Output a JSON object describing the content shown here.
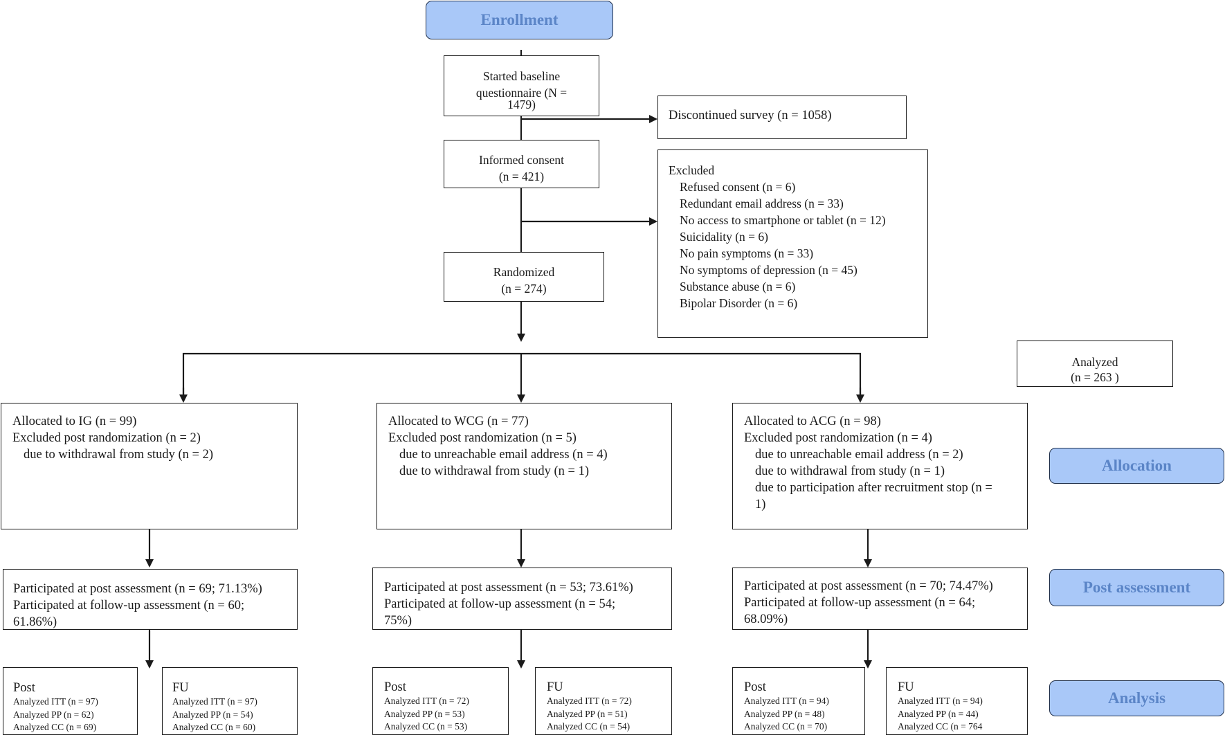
{
  "stages": {
    "enrollment": "Enrollment",
    "allocation": "Allocation",
    "post_assessment": "Post assessment",
    "analysis": "Analysis"
  },
  "enroll": {
    "started_l1": "Started baseline",
    "started_l2": "questionnaire (N =",
    "started_l3": "1479)",
    "discontinued": "Discontinued survey (n = 1058)",
    "consent_l1": "Informed consent",
    "consent_l2": "(n = 421)",
    "randomized_l1": "Randomized",
    "randomized_l2": "(n = 274)"
  },
  "excluded": {
    "title": "Excluded",
    "items": [
      "Refused consent (n = 6)",
      "Redundant email address (n = 33)",
      "No access to smartphone or tablet (n = 12)",
      "Suicidality (n = 6)",
      "No pain symptoms (n = 33)",
      "No symptoms of depression (n = 45)",
      "Substance abuse (n = 6)",
      "Bipolar Disorder (n = 6)"
    ]
  },
  "analyzed_total": {
    "l1": "Analyzed",
    "l2": "(n = 263 )"
  },
  "allocation": {
    "ig": {
      "l1": "Allocated to IG (n = 99)",
      "l2": "Excluded post randomization (n = 2)",
      "l3": "due to withdrawal from study (n = 2)"
    },
    "wcg": {
      "l1": "Allocated to WCG (n = 77)",
      "l2": "Excluded post randomization (n = 5)",
      "l3": "due to unreachable email address (n = 4)",
      "l4": "due to withdrawal from study (n = 1)"
    },
    "acg": {
      "l1": "Allocated to ACG (n = 98)",
      "l2": "Excluded post randomization (n = 4)",
      "l3": "due to unreachable email address (n = 2)",
      "l4": "due to withdrawal from study (n = 1)",
      "l5": "due to participation after recruitment stop (n =",
      "l6": "1)"
    }
  },
  "post": {
    "ig": {
      "l1": "Participated at post assessment (n = 69; 71.13%)",
      "l2": "Participated at follow-up assessment (n = 60;",
      "l3": "61.86%)"
    },
    "wcg": {
      "l1": "Participated at post assessment (n = 53; 73.61%)",
      "l2": "Participated at follow-up assessment (n = 54;",
      "l3": "75%)"
    },
    "acg": {
      "l1": "Participated at post assessment (n = 70; 74.47%)",
      "l2": "Participated at follow-up assessment (n = 64;",
      "l3": "68.09%)"
    }
  },
  "analysis": {
    "ig_post": {
      "title": "Post",
      "itt": "Analyzed ITT (n = 97)",
      "pp": "Analyzed PP (n = 62)",
      "cc": "Analyzed CC (n = 69)"
    },
    "ig_fu": {
      "title": "FU",
      "itt": "Analyzed ITT (n = 97)",
      "pp": "Analyzed PP (n = 54)",
      "cc": "Analyzed CC (n = 60)"
    },
    "wcg_post": {
      "title": "Post",
      "itt": "Analyzed ITT (n = 72)",
      "pp": "Analyzed PP (n = 53)",
      "cc": "Analyzed CC (n = 53)"
    },
    "wcg_fu": {
      "title": "FU",
      "itt": "Analyzed ITT (n = 72)",
      "pp": "Analyzed PP (n = 51)",
      "cc": "Analyzed CC (n = 54)"
    },
    "acg_post": {
      "title": "Post",
      "itt": "Analyzed ITT (n = 94)",
      "pp": "Analyzed PP (n = 48)",
      "cc": "Analyzed CC (n = 70)"
    },
    "acg_fu": {
      "title": "FU",
      "itt": "Analyzed ITT (n = 94)",
      "pp": "Analyzed PP (n = 44)",
      "cc": "Analyzed CC (n = 764"
    }
  },
  "colors": {
    "stage_fill": "#a9c8f8",
    "stage_text": "#5b85c7",
    "line": "#1a1a1a"
  }
}
